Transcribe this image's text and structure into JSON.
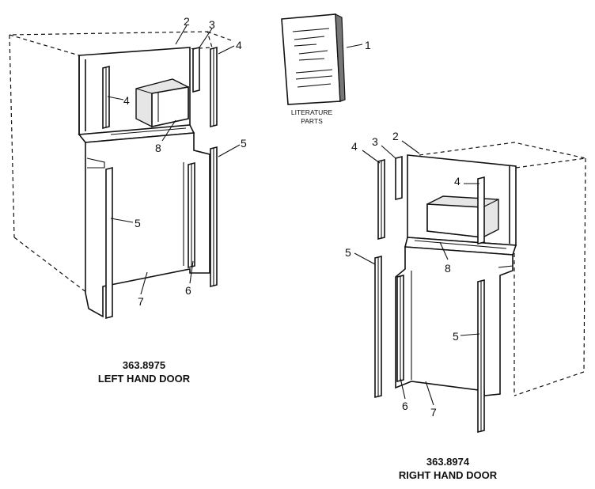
{
  "left_assembly": {
    "model_number": "363.8975",
    "title": "LEFT HAND DOOR",
    "callouts": [
      "2",
      "3",
      "4",
      "4",
      "8",
      "5",
      "5",
      "6",
      "7"
    ]
  },
  "right_assembly": {
    "model_number": "363.8974",
    "title": "RIGHT HAND DOOR",
    "callouts": [
      "4",
      "3",
      "2",
      "4",
      "5",
      "8",
      "5",
      "6",
      "7"
    ]
  },
  "literature": {
    "label_line1": "LITERATURE",
    "label_line2": "PARTS",
    "callout": "1"
  }
}
